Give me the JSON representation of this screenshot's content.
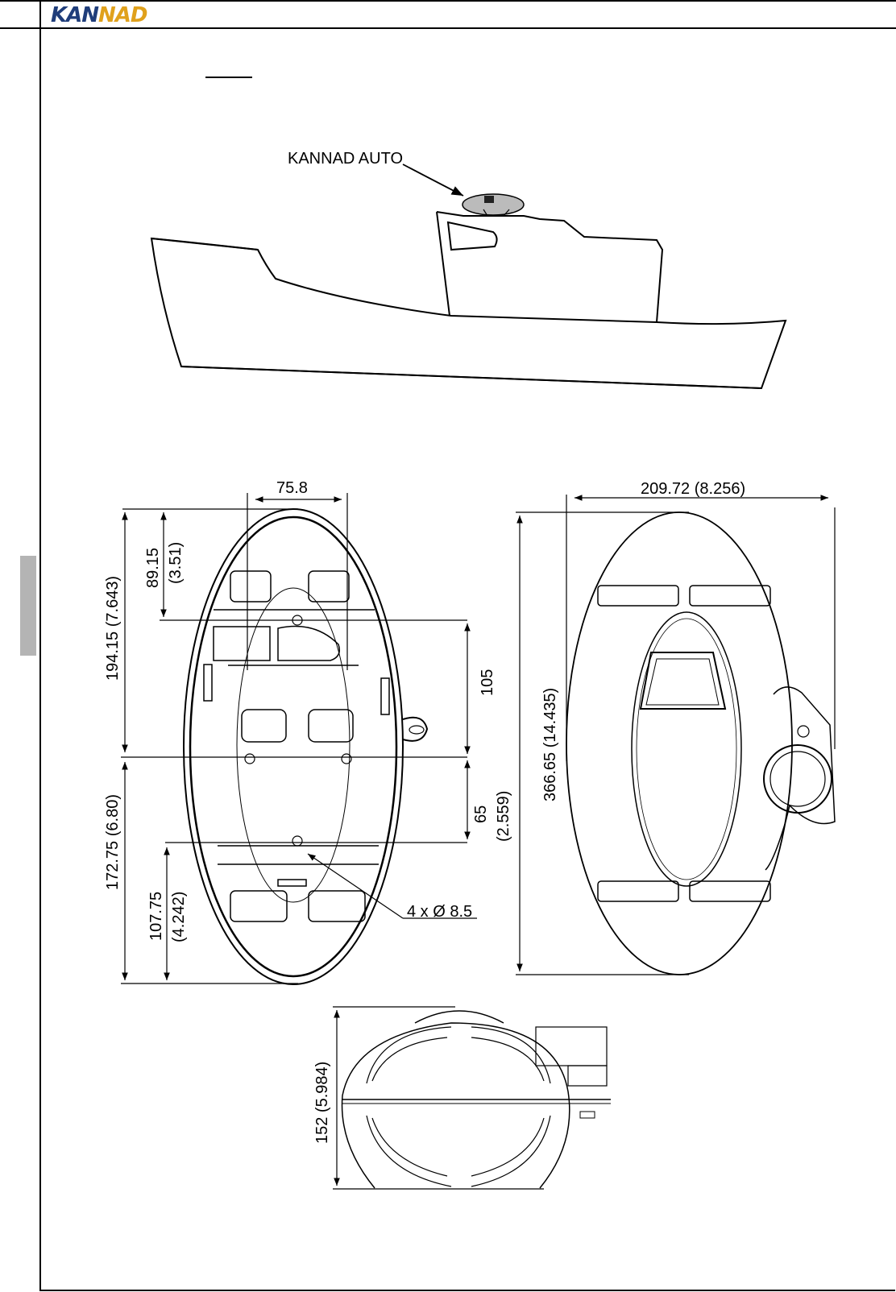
{
  "header": {
    "logo_text_part1": "KAN",
    "logo_text_part2": "NAD",
    "brand_colors": {
      "primary": "#1f3d7a",
      "accent": "#e0a11c"
    }
  },
  "boat": {
    "device_label": "KANNAD AUTO"
  },
  "top_view": {
    "dim_width": "75.8",
    "dim_upper": "89.15",
    "dim_upper_in": "(3.51)",
    "dim_total_upper": "194.15 (7.643)",
    "dim_mid": "105",
    "dim_lower_gap": "65",
    "dim_lower_gap_in": "(2.559)",
    "dim_total_lower": "172.75 (6.80)",
    "dim_bottom": "107.75",
    "dim_bottom_in": "(4.242)",
    "holes_label": "4 x Ø 8.5"
  },
  "right_view": {
    "dim_width": "209.72 (8.256)",
    "dim_height": "366.65 (14.435)"
  },
  "bottom_view": {
    "dim_height": "152 (5.984)"
  }
}
